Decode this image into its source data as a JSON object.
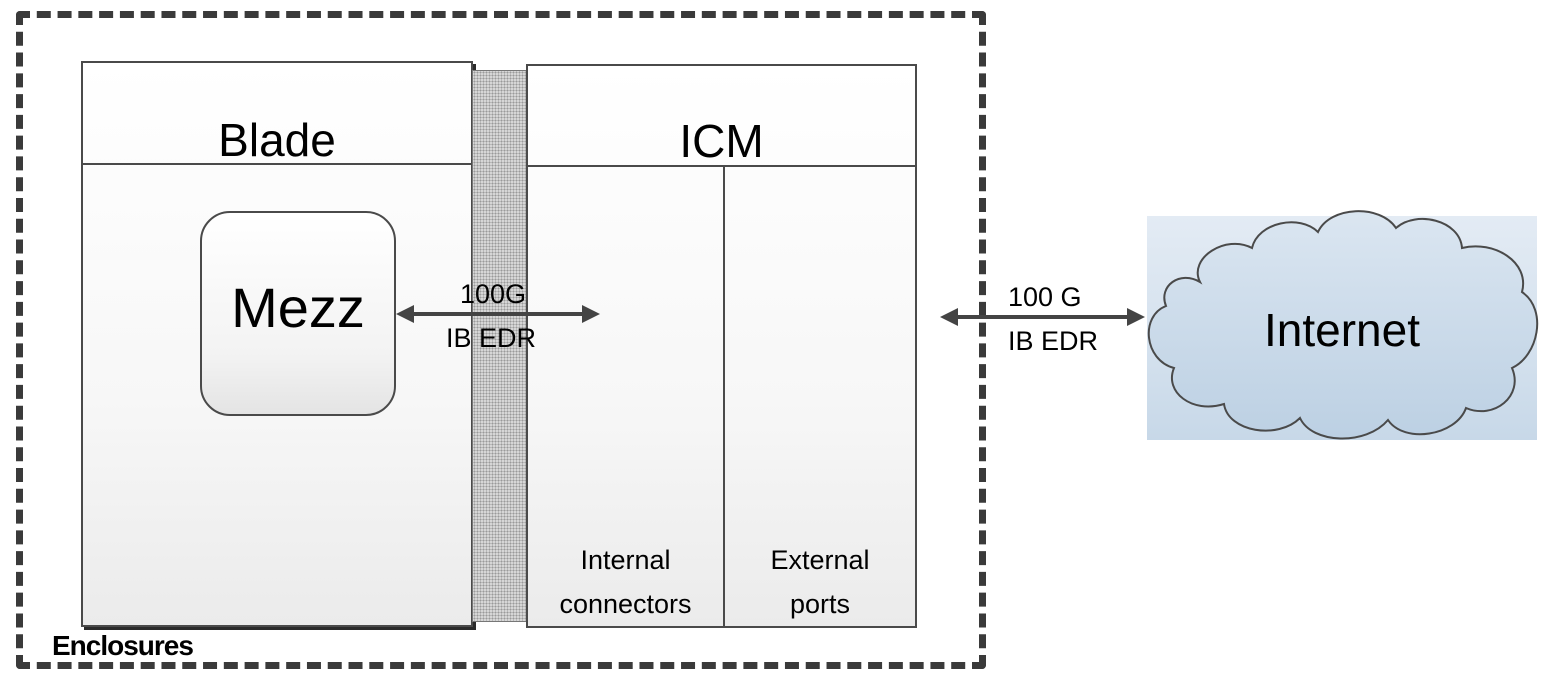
{
  "enclosure": {
    "label": "Enclosures"
  },
  "blade": {
    "title": "Blade",
    "mezz": "Mezz"
  },
  "icm": {
    "title": "ICM",
    "internal": [
      "Internal",
      "connectors"
    ],
    "external": [
      "External",
      "ports"
    ]
  },
  "links": [
    {
      "speed": "100G",
      "type": "IB EDR"
    },
    {
      "speed": "100 G",
      "type": "IB EDR"
    }
  ],
  "cloud": {
    "label": "Internet"
  },
  "colors": {
    "border": "#4a4a4a",
    "dash": "#3a3a3a",
    "arrow": "#444444",
    "cloud": "#c7d8e8"
  }
}
